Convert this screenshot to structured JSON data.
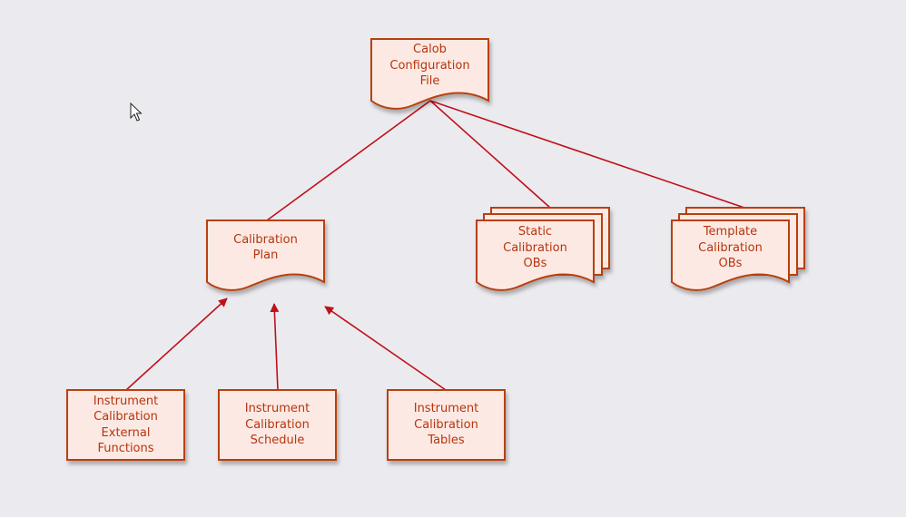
{
  "colors": {
    "background": "#ebebef",
    "shape_fill": "#fde9e3",
    "shape_stroke": "#b8400e",
    "connector": "#c0101a",
    "label_text": "#b5350f"
  },
  "nodes": {
    "calob_config_file": {
      "label": "Calob\nConfiguration\nFile",
      "shape": "document"
    },
    "calibration_plan": {
      "label": "Calibration\nPlan",
      "shape": "document"
    },
    "static_calibration_obs": {
      "label": "Static\nCalibration\nOBs",
      "shape": "multi-document"
    },
    "template_calibration_obs": {
      "label": "Template\nCalibration\nOBs",
      "shape": "multi-document"
    },
    "instrument_calibration_external_functions": {
      "label": "Instrument\nCalibration\nExternal\nFunctions",
      "shape": "process"
    },
    "instrument_calibration_schedule": {
      "label": "Instrument\nCalibration\nSchedule",
      "shape": "process"
    },
    "instrument_calibration_tables": {
      "label": "Instrument\nCalibration\nTables",
      "shape": "process"
    }
  },
  "edges": [
    {
      "from": "calob_config_file",
      "to": "calibration_plan",
      "arrow": false
    },
    {
      "from": "calob_config_file",
      "to": "static_calibration_obs",
      "arrow": false
    },
    {
      "from": "calob_config_file",
      "to": "template_calibration_obs",
      "arrow": false
    },
    {
      "from": "instrument_calibration_external_functions",
      "to": "calibration_plan",
      "arrow": true
    },
    {
      "from": "instrument_calibration_schedule",
      "to": "calibration_plan",
      "arrow": true
    },
    {
      "from": "instrument_calibration_tables",
      "to": "calibration_plan",
      "arrow": true
    }
  ],
  "cursor": {
    "icon": "mouse-pointer-icon"
  }
}
